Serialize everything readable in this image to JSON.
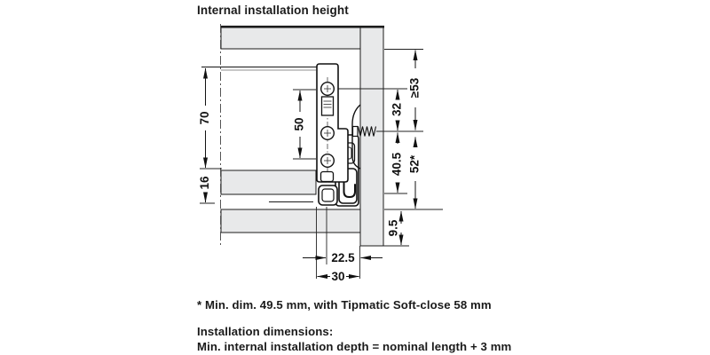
{
  "title": "Internal installation height",
  "diagram": {
    "dim_labels": {
      "drawer_side_height": "70",
      "hole_spacing": "50",
      "drawer_bottom": "16",
      "min_clearance_top": "≥53",
      "screw_to_hole": "32",
      "runner_height": "40.5",
      "total_height": "52*",
      "bottom_clearance": "9.5",
      "back_offset_inner": "22.5",
      "back_offset_outer": "30"
    },
    "colors": {
      "wood_fill": "#e8e9ea",
      "line": "#1b1b1b"
    }
  },
  "notes": {
    "footnote": "* Min. dim. 49.5 mm, with Tipmatic Soft-close 58 mm",
    "installation_heading": "Installation dimensions:",
    "installation_text": "Min. internal installation depth = nominal length + 3 mm"
  }
}
